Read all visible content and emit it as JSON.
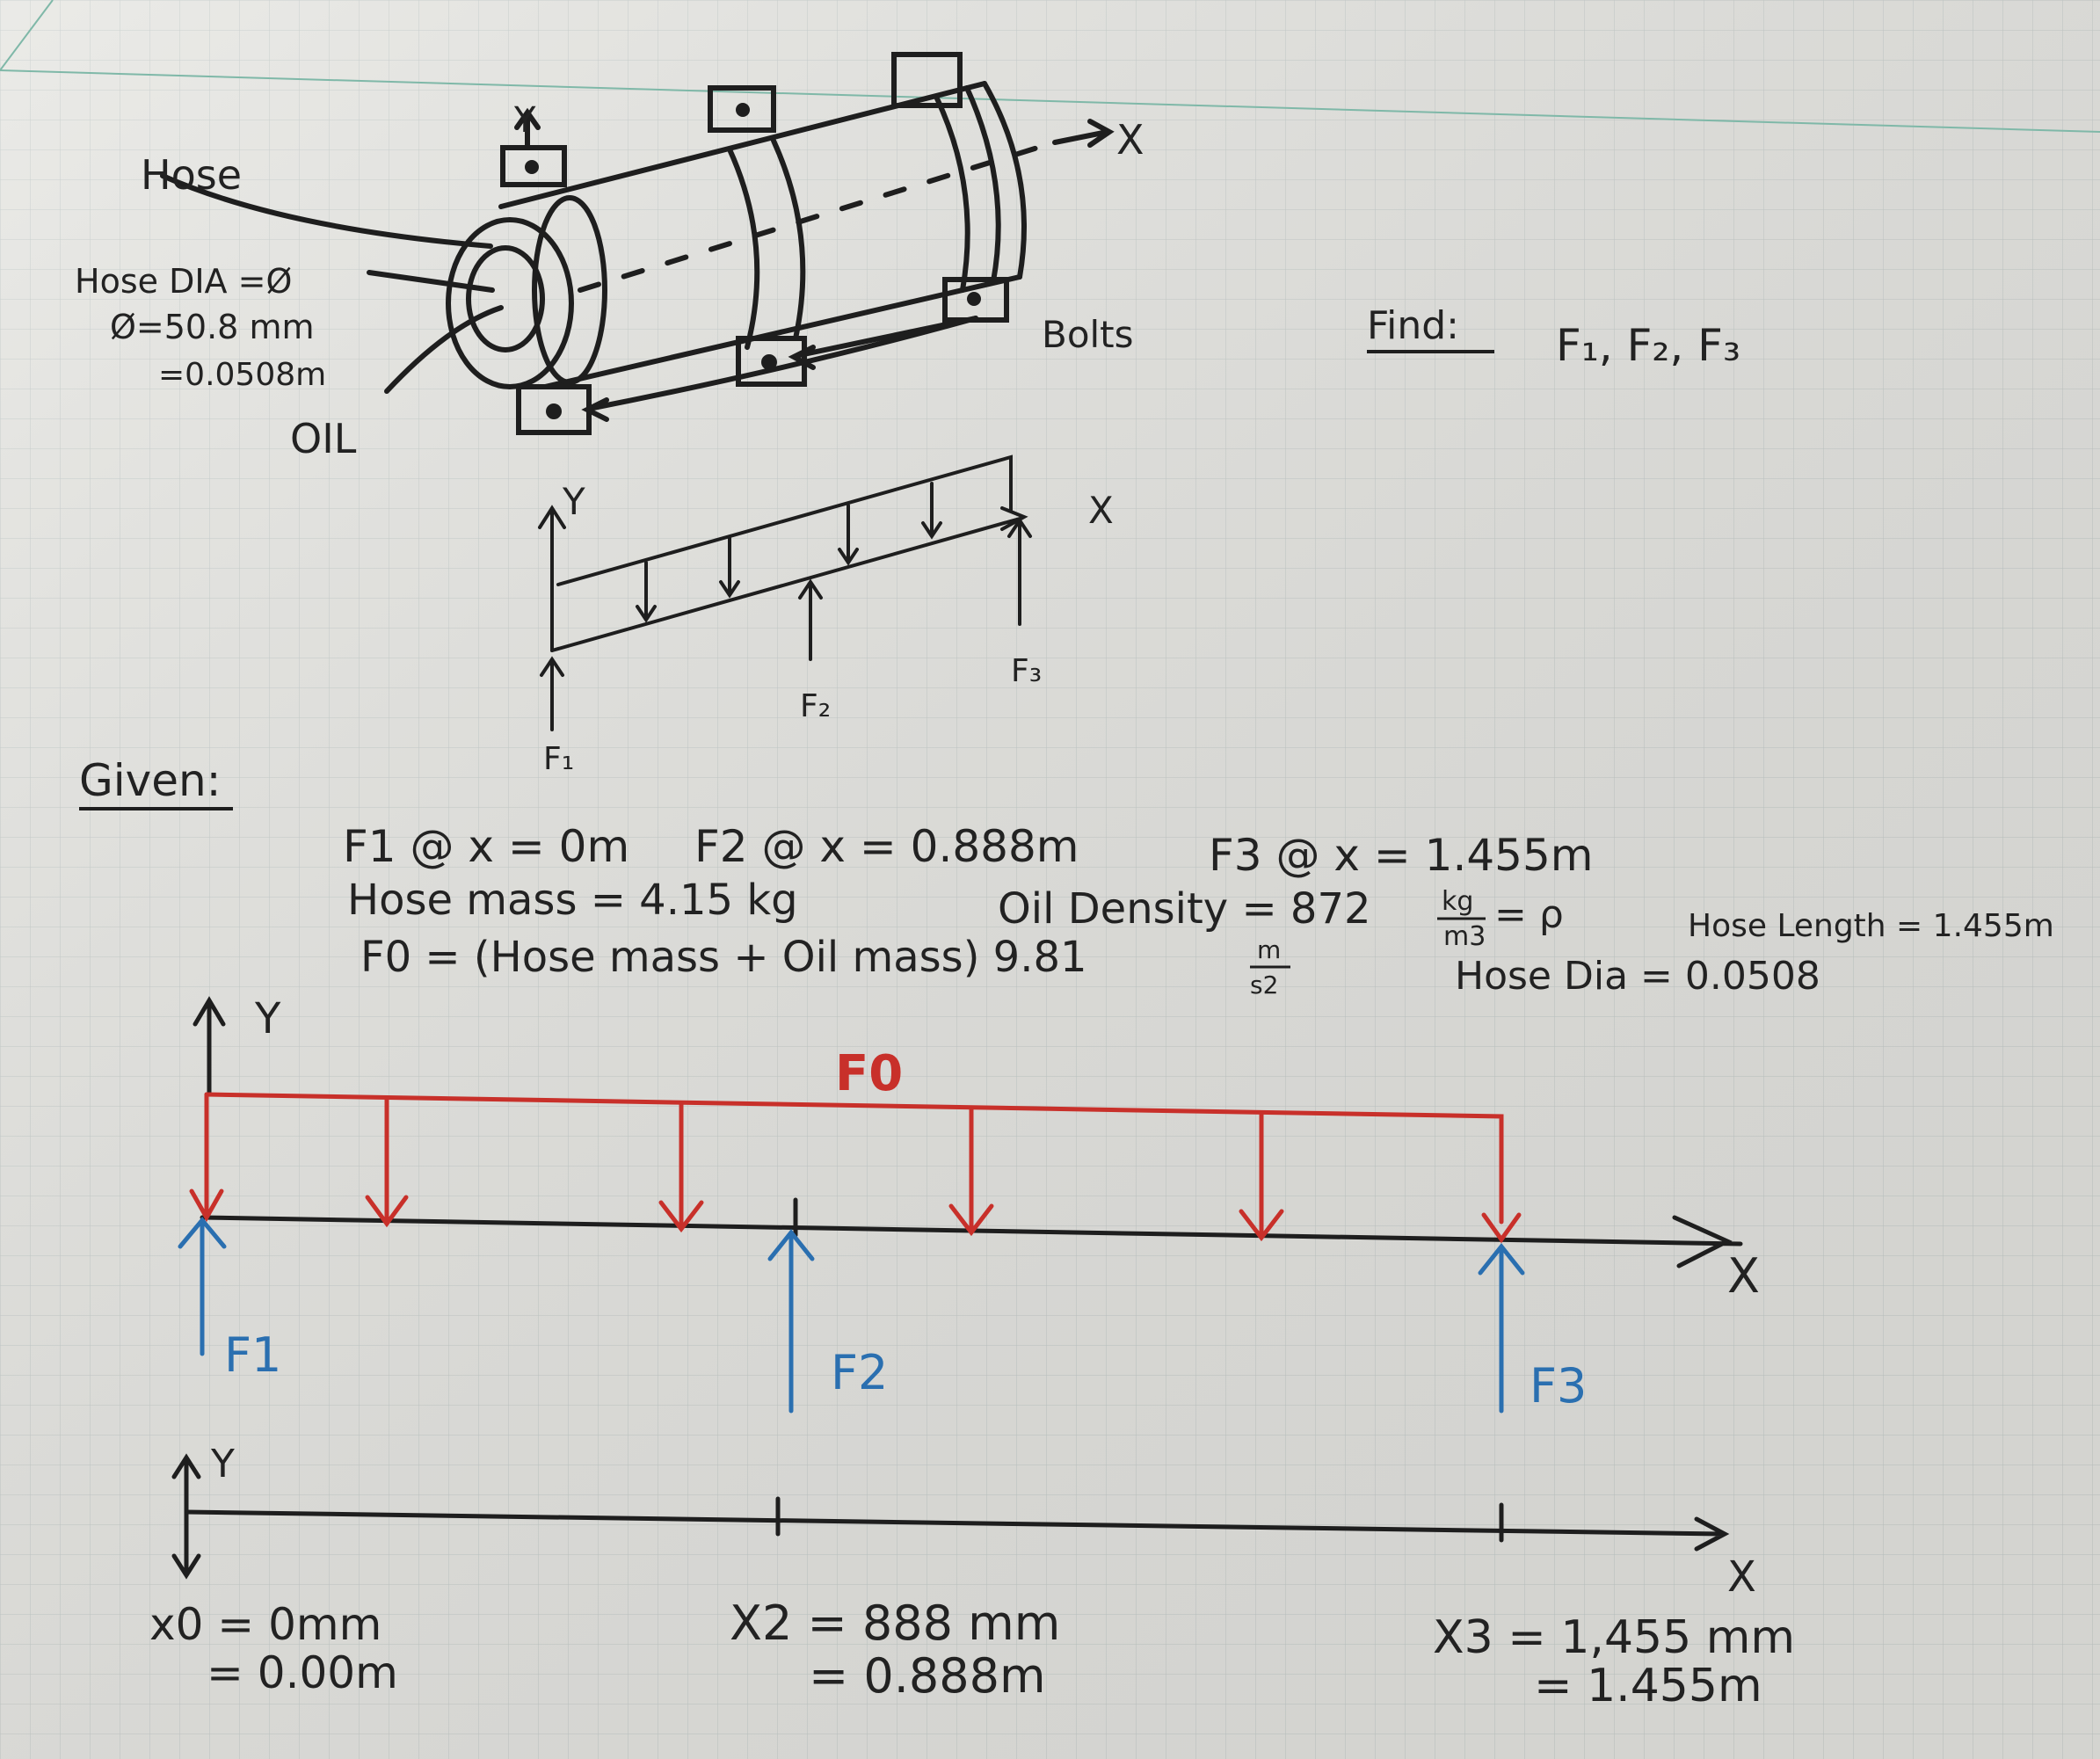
{
  "colors": {
    "paper": "#e6e6e2",
    "grid_line": "#c3cbc9",
    "margin_line": "#7fb8a8",
    "ink": "#1e1e1e",
    "load": "#c8302a",
    "reaction": "#2a6fb0"
  },
  "sketch": {
    "hose_label": "Hose",
    "hose_dia_label": "Hose DIA =Ø",
    "dia_mm": "Ø=50.8 mm",
    "dia_m": "=0.0508m",
    "oil_label": "OIL",
    "bolts_label": "Bolts",
    "x_axis": "X",
    "y_axis": "Y"
  },
  "find": {
    "heading": "Find:",
    "items": "F₁, F₂, F₃"
  },
  "small_fbd": {
    "x_axis": "X",
    "y_axis": "Y",
    "f1": "F₁",
    "f2": "F₂",
    "f3": "F₃"
  },
  "given": {
    "heading": "Given:",
    "line1_f1": "F1 @ x = 0m",
    "line1_f2": "F2 @ x = 0.888m",
    "line1_f3": "F3 @ x = 1.455m",
    "hose_mass": "Hose mass = 4.15 kg",
    "oil_density_label": "Oil Density = 872",
    "oil_density_unit_num": "kg",
    "oil_density_unit_den": "m3",
    "oil_density_symbol": "= ρ",
    "hose_length": "Hose Length = 1.455m",
    "f0_formula": "F0 = (Hose mass + Oil mass) 9.81",
    "f0_unit_num": "m",
    "f0_unit_den": "s2",
    "hose_dia": "Hose Dia = 0.0508"
  },
  "fbd": {
    "y_axis": "Y",
    "x_axis": "X",
    "load_label": "F0",
    "f1_label": "F1",
    "f2_label": "F2",
    "f3_label": "F3"
  },
  "positions": {
    "y_axis": "Y",
    "x_axis": "X",
    "x0_mm": "x0 = 0mm",
    "x0_m": "= 0.00m",
    "x2_mm": "X2 = 888 mm",
    "x2_m": "= 0.888m",
    "x3_mm": "X3 = 1,455 mm",
    "x3_m": "= 1.455m"
  }
}
